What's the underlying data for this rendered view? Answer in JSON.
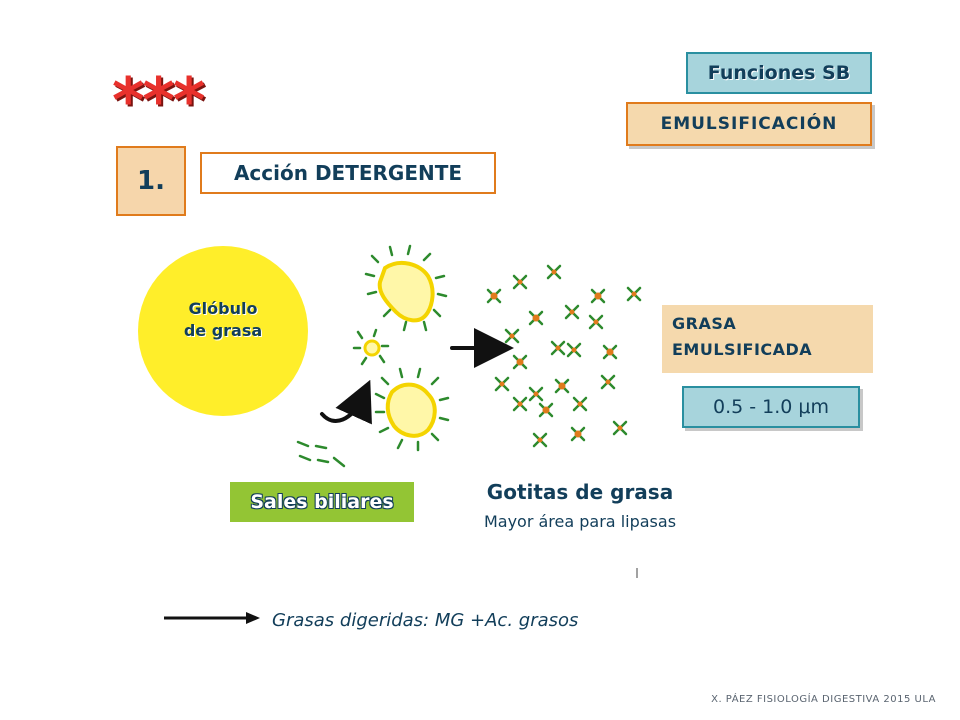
{
  "header": {
    "stars": "***",
    "section_label": "Funciones SB",
    "function_label": "EMULSIFICACIÓN"
  },
  "item": {
    "number": "1.",
    "title": "Acción DETERGENTE"
  },
  "diagram": {
    "globule_line1": "Glóbulo",
    "globule_line2": "de grasa",
    "bile_salts": "Sales biliares",
    "droplets_title": "Gotitas de grasa",
    "droplets_subtitle": "Mayor área para lipasas",
    "result_line1": "GRASA",
    "result_line2": "EMULSIFICADA",
    "size": "0.5 - 1.0 μm",
    "digested": "Grasas digeridas: MG +Ac. grasos"
  },
  "footer": {
    "credit": "X. PÁEZ   FISIOLOGÍA DIGESTIVA 2015  ULA"
  },
  "colors": {
    "globule": "#ffee2a",
    "bile_salt": "#2d8a2d",
    "droplet_core": "#e07b1c",
    "arrow": "#111111"
  }
}
